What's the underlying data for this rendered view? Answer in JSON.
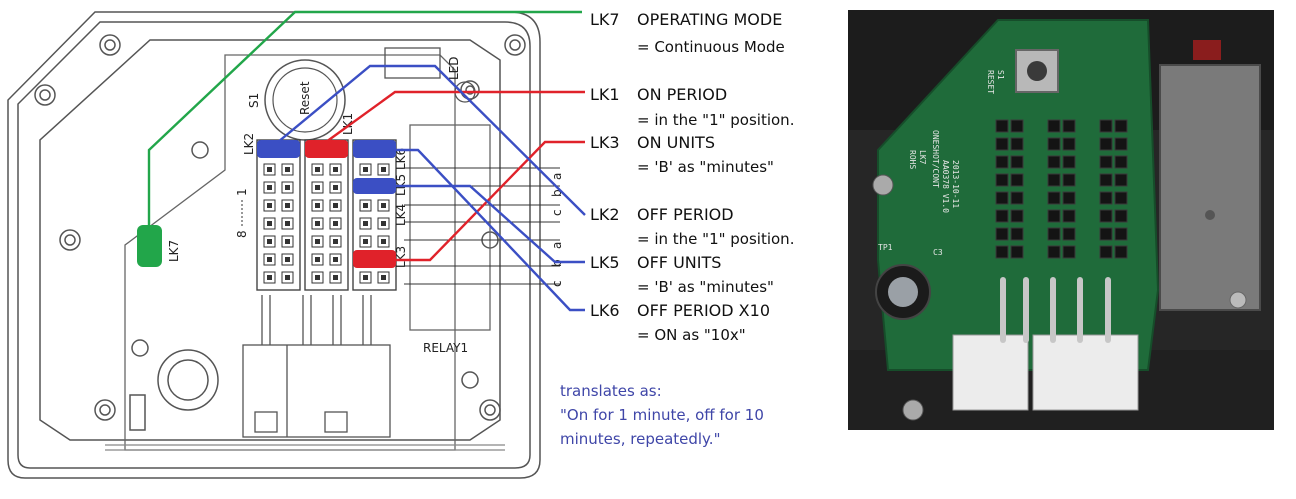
{
  "board": {
    "reset": "Reset",
    "s1": "S1",
    "led": "LED",
    "relay": "RELAY1",
    "lk1": "LK1",
    "lk2": "LK2",
    "lk3": "LK3",
    "lk4": "LK4",
    "lk5": "LK5",
    "lk6": "LK6",
    "lk7": "LK7",
    "scale_8": "8",
    "scale_1": "1",
    "letter_a": "a",
    "letter_b": "b",
    "letter_c": "c"
  },
  "callouts": [
    {
      "id": "LK7",
      "title": "OPERATING MODE",
      "detail": "= Continuous Mode"
    },
    {
      "id": "LK1",
      "title": "ON PERIOD",
      "detail": "= in the \"1\" position."
    },
    {
      "id": "LK3",
      "title": "ON UNITS",
      "detail": "= 'B' as \"minutes\""
    },
    {
      "id": "LK2",
      "title": "OFF PERIOD",
      "detail": "= in the \"1\" position."
    },
    {
      "id": "LK5",
      "title": "OFF UNITS",
      "detail": "= 'B' as \"minutes\""
    },
    {
      "id": "LK6",
      "title": "OFF PERIOD X10",
      "detail": "= ON as \"10x\""
    }
  ],
  "note": {
    "line1": "translates as:",
    "line2": "\"On for 1 minute, off for 10",
    "line3": "minutes, repeatedly.\""
  },
  "photo_labels": {
    "reset": "RESET",
    "s1": "S1",
    "lk7": "LK7",
    "rohs": "ROHS",
    "board_id": "AA0378 V1.0",
    "date": "2013-10-11",
    "mode": "ONESHOT/CONT",
    "c3": "C3",
    "tp1": "TP1"
  },
  "colors": {
    "green": "#22a64a",
    "red": "#e0222a",
    "blue": "#3b4fc4",
    "note": "#3f46a8",
    "pcb": "#1f6b3a",
    "photo_bg": "#262626"
  }
}
